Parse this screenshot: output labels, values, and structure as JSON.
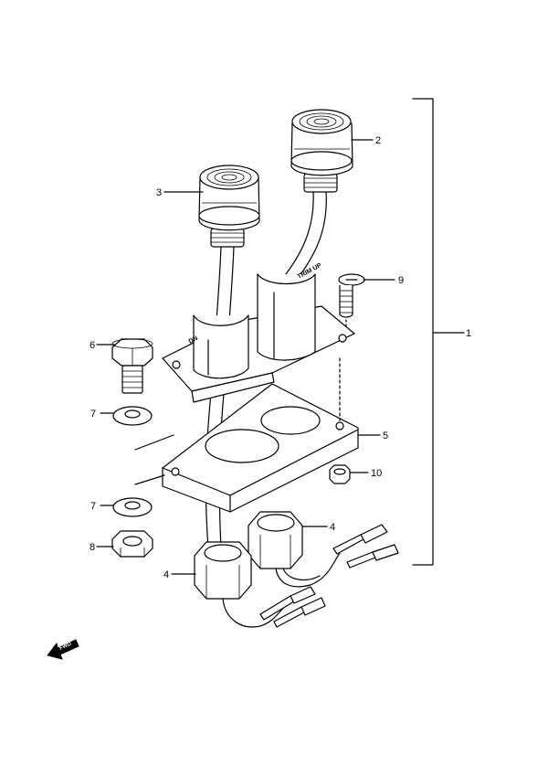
{
  "callouts": {
    "c1": "1",
    "c2": "2",
    "c3": "3",
    "c4a": "4",
    "c4b": "4",
    "c5": "5",
    "c6": "6",
    "c7a": "7",
    "c7b": "7",
    "c8": "8",
    "c9": "9",
    "c10": "10"
  },
  "bracket_marks": {
    "trim_up": "TRIM UP",
    "dn": "DN"
  },
  "fwd_arrow": "FWD"
}
